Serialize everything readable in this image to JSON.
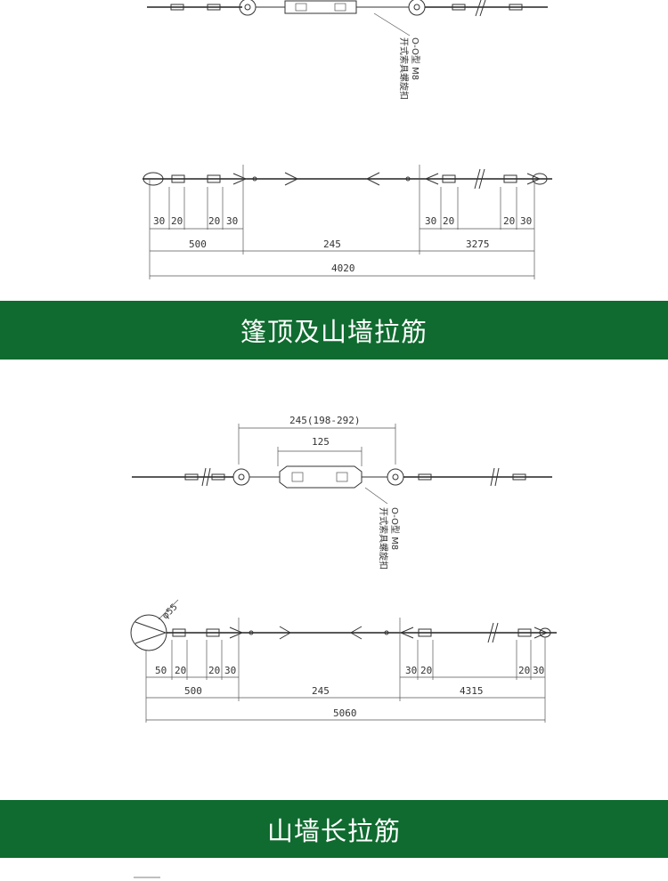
{
  "colors": {
    "banner_bg": "#0f6b2f",
    "banner_text": "#ffffff",
    "line": "#333333"
  },
  "sections": [
    {
      "banner": "篷顶及山墙拉筋"
    },
    {
      "banner": "山墙长拉筋"
    }
  ],
  "top_diagram": {
    "turnbuckle_note_line1": "O-O型 M8",
    "turnbuckle_note_line2": "开式索具螺旋扣",
    "dims": {
      "d30a": "30",
      "d20a": "20",
      "d20b": "20",
      "d30b": "30",
      "d30c": "30",
      "d20c": "20",
      "d20d": "20",
      "d30d": "30",
      "seg1": "500",
      "seg2": "245",
      "seg3": "3275",
      "total": "4020"
    }
  },
  "mid_diagram": {
    "span_label": "245(198-292)",
    "body_label": "125",
    "turnbuckle_note_line1": "O-O型 M8",
    "turnbuckle_note_line2": "开式索具螺旋扣",
    "eye_label": "φ55",
    "dims": {
      "d50": "50",
      "d20a": "20",
      "d20b": "20",
      "d30b": "30",
      "d30c": "30",
      "d20c": "20",
      "d20d": "20",
      "d30d": "30",
      "seg1": "500",
      "seg2": "245",
      "seg3": "4315",
      "total": "5060"
    }
  }
}
